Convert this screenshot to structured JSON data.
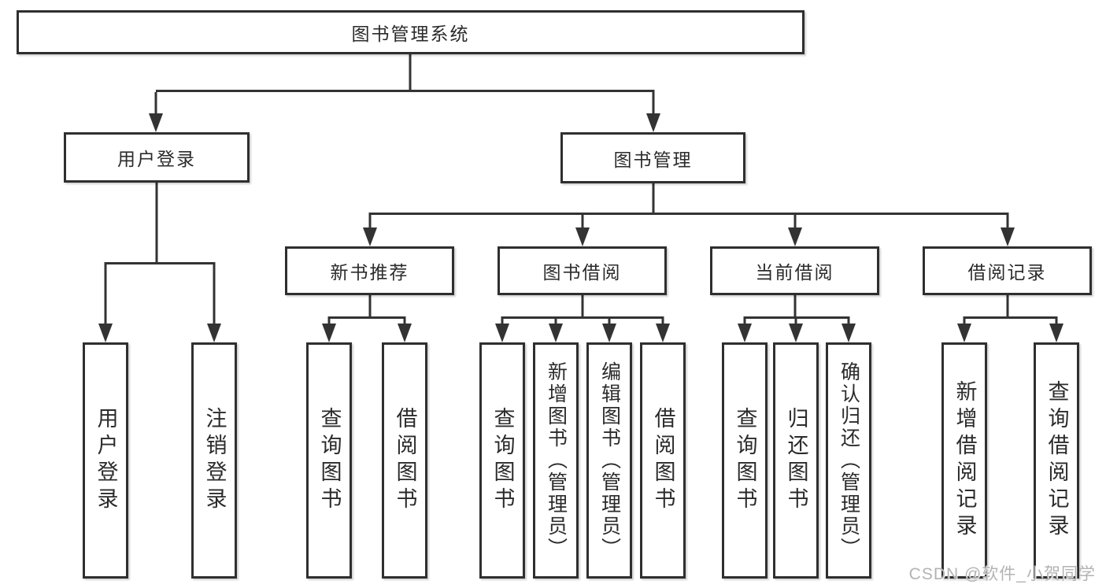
{
  "diagram": {
    "title": "图书管理系统",
    "nodes": [
      {
        "id": "root",
        "label": "图书管理系统"
      },
      {
        "id": "user-login",
        "label": "用户登录"
      },
      {
        "id": "book-management",
        "label": "图书管理"
      },
      {
        "id": "new-book-recommendation",
        "label": "新书推荐"
      },
      {
        "id": "book-borrowing",
        "label": "图书借阅"
      },
      {
        "id": "current-borrowing",
        "label": "当前借阅"
      },
      {
        "id": "borrowing-records",
        "label": "借阅记录"
      },
      {
        "id": "leaf-user-login",
        "label": "用户登录"
      },
      {
        "id": "leaf-logout",
        "label": "注销登录"
      },
      {
        "id": "leaf-query-books-1",
        "label": "查询图书"
      },
      {
        "id": "leaf-borrow-books-1",
        "label": "借阅图书"
      },
      {
        "id": "leaf-query-books-2",
        "label": "查询图书"
      },
      {
        "id": "leaf-add-books-admin",
        "label": "新增图书（管理员）"
      },
      {
        "id": "leaf-edit-books-admin",
        "label": "编辑图书（管理员）"
      },
      {
        "id": "leaf-borrow-books-2",
        "label": "借阅图书"
      },
      {
        "id": "leaf-query-books-3",
        "label": "查询图书"
      },
      {
        "id": "leaf-return-books",
        "label": "归还图书"
      },
      {
        "id": "leaf-confirm-return-admin",
        "label": "确认归还（管理员）"
      },
      {
        "id": "leaf-add-borrow-record",
        "label": "新增借阅记录"
      },
      {
        "id": "leaf-query-borrow-record",
        "label": "查询借阅记录"
      }
    ],
    "edges": [
      {
        "from": "root",
        "to": "user-login"
      },
      {
        "from": "root",
        "to": "book-management"
      },
      {
        "from": "user-login",
        "to": "leaf-user-login"
      },
      {
        "from": "user-login",
        "to": "leaf-logout"
      },
      {
        "from": "book-management",
        "to": "new-book-recommendation"
      },
      {
        "from": "book-management",
        "to": "book-borrowing"
      },
      {
        "from": "book-management",
        "to": "current-borrowing"
      },
      {
        "from": "book-management",
        "to": "borrowing-records"
      },
      {
        "from": "new-book-recommendation",
        "to": "leaf-query-books-1"
      },
      {
        "from": "new-book-recommendation",
        "to": "leaf-borrow-books-1"
      },
      {
        "from": "book-borrowing",
        "to": "leaf-query-books-2"
      },
      {
        "from": "book-borrowing",
        "to": "leaf-add-books-admin"
      },
      {
        "from": "book-borrowing",
        "to": "leaf-edit-books-admin"
      },
      {
        "from": "book-borrowing",
        "to": "leaf-borrow-books-2"
      },
      {
        "from": "current-borrowing",
        "to": "leaf-query-books-3"
      },
      {
        "from": "current-borrowing",
        "to": "leaf-return-books"
      },
      {
        "from": "current-borrowing",
        "to": "leaf-confirm-return-admin"
      },
      {
        "from": "borrowing-records",
        "to": "leaf-add-borrow-record"
      },
      {
        "from": "borrowing-records",
        "to": "leaf-query-borrow-record"
      }
    ]
  },
  "watermark": {
    "text": "CSDN @软件_小贺同学"
  },
  "colors": {
    "line": "#333333",
    "box_border": "#2f2f2f",
    "text": "#2b2b2b",
    "watermark_text": "#b3b3b3",
    "background": "#ffffff"
  }
}
